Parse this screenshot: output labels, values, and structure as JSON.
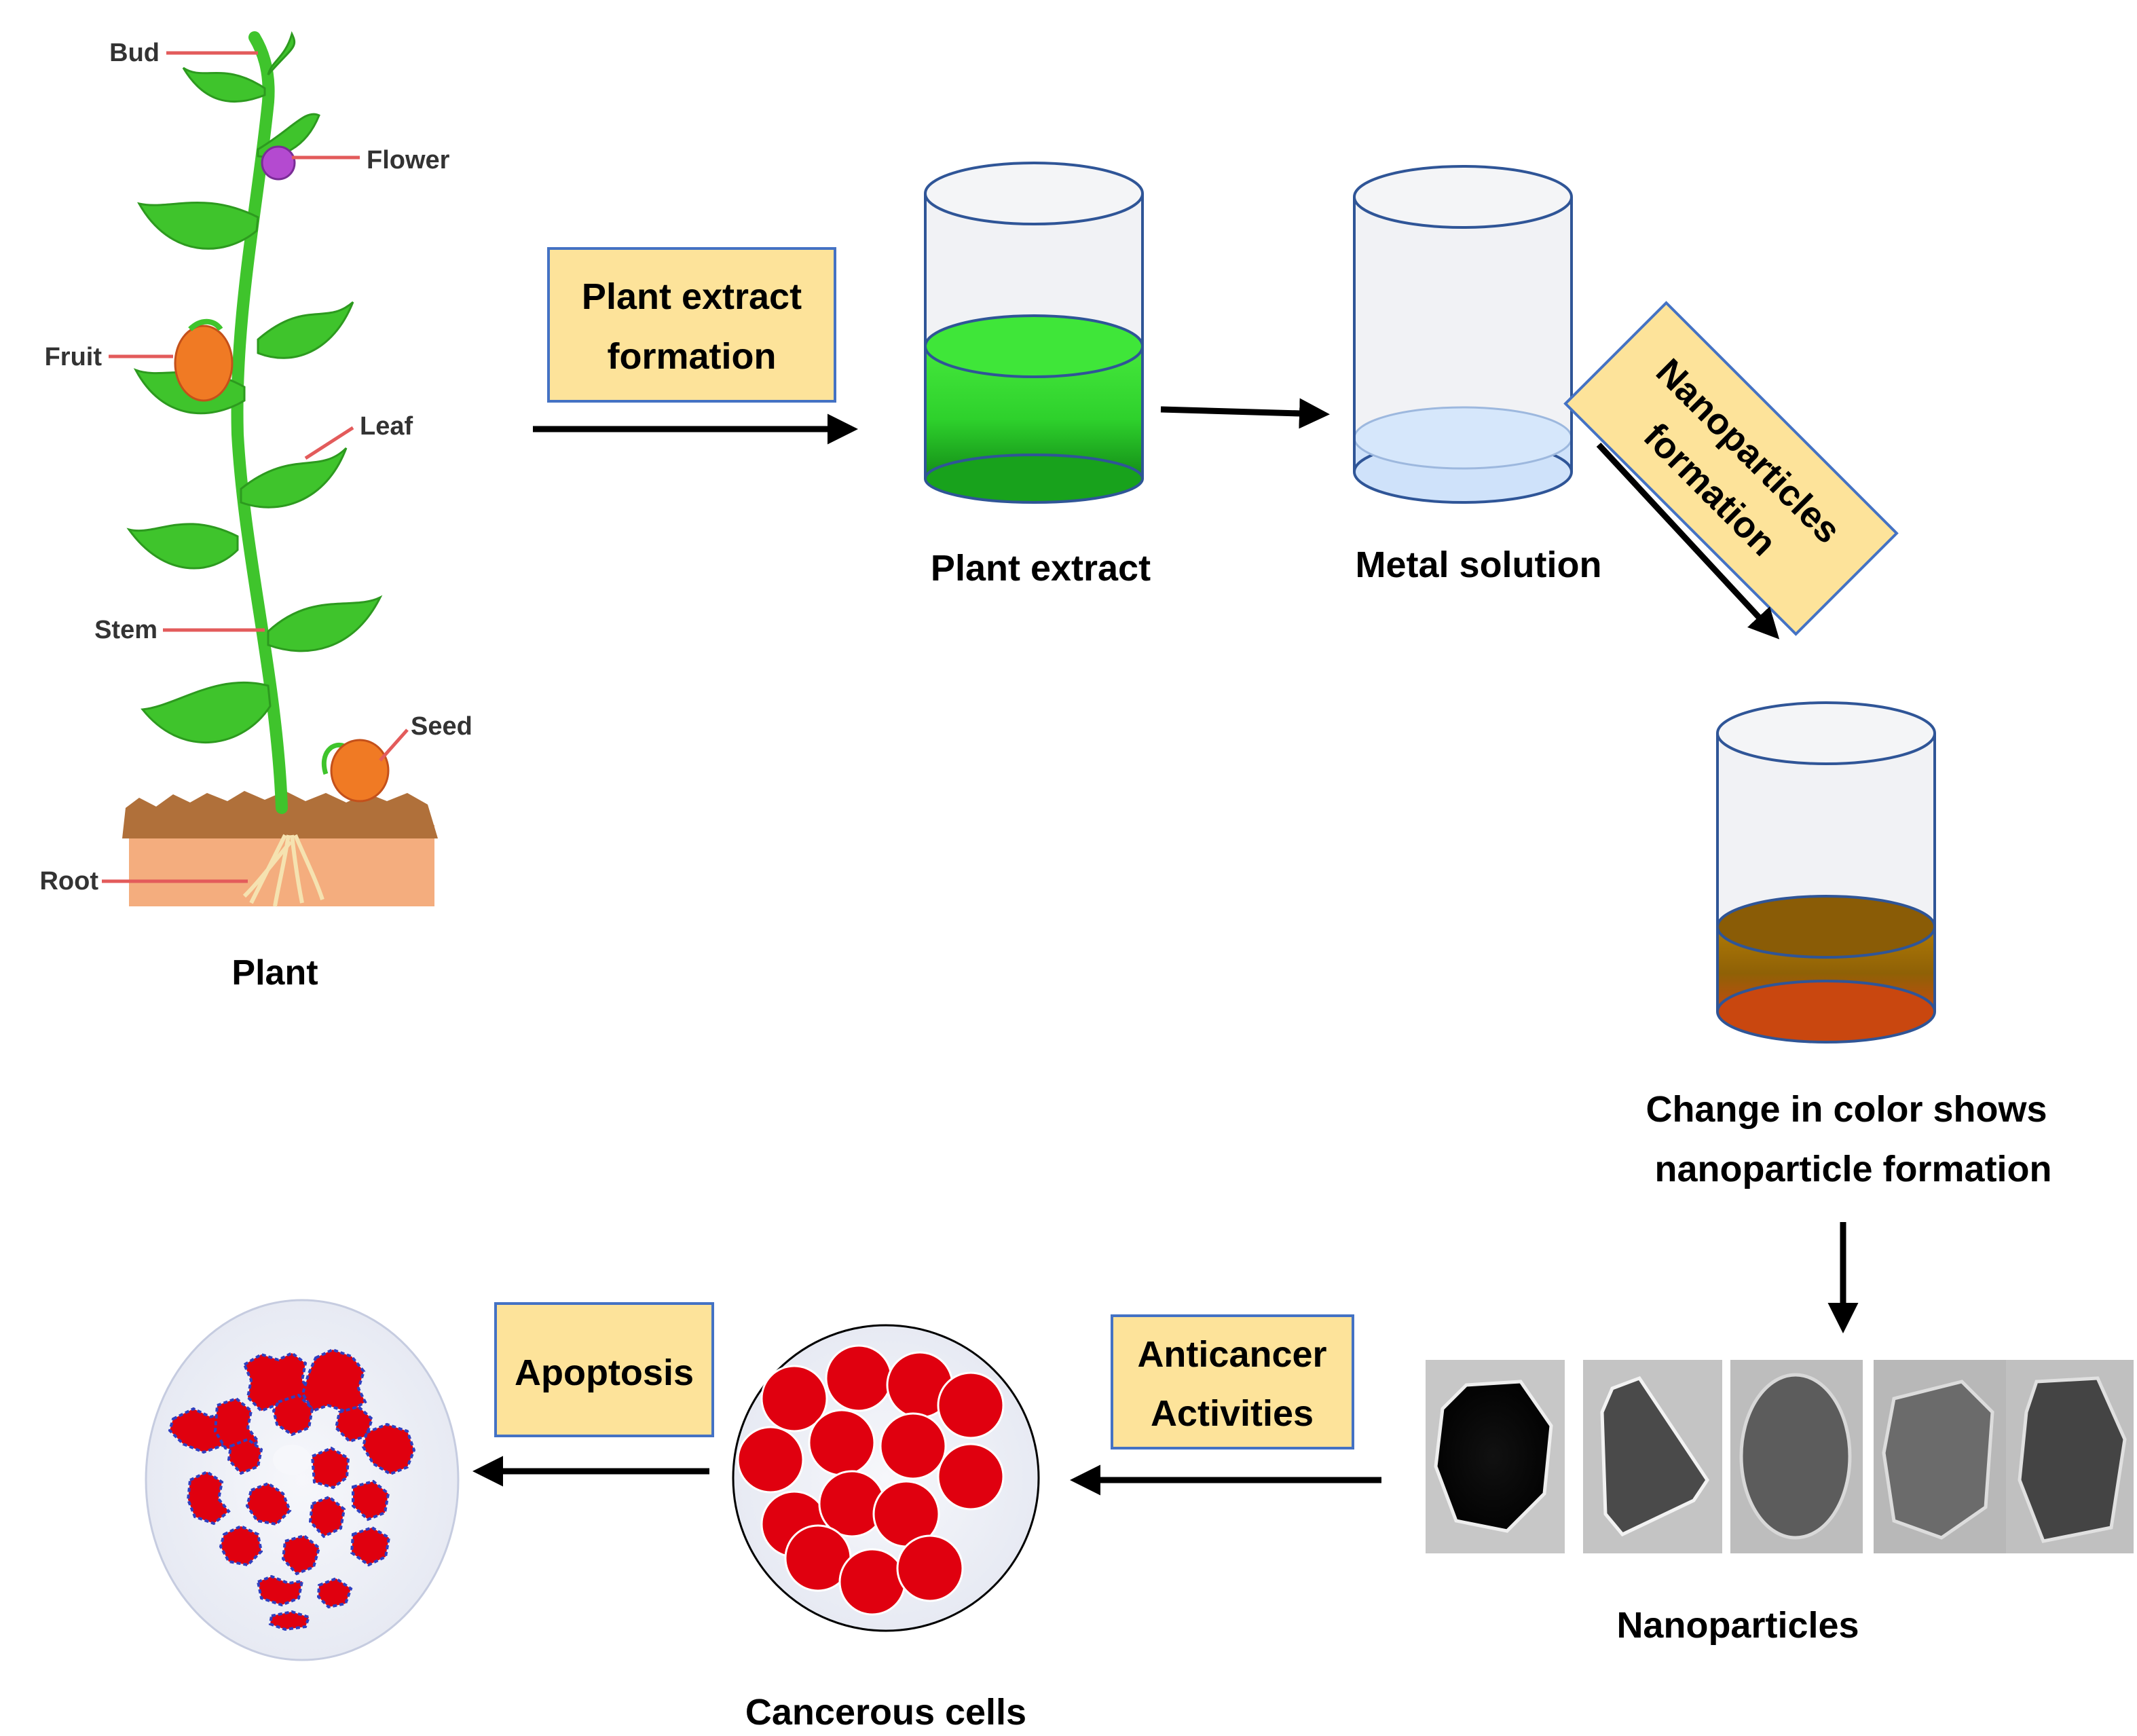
{
  "colors": {
    "label_box_fill": "#fde39a",
    "label_box_stroke": "#4472c4",
    "plant_green": "#3fc42c",
    "extract_green": "#2ecf2e",
    "nanoparticle_brown": "#9a6a06",
    "metal_blue": "#cfe2fa",
    "cell_red": "#e0000f",
    "cell_outline": "#2f3fbf",
    "dish_fill": "#eef0f7",
    "pointer_red": "#e35b5b"
  },
  "plant": {
    "label": "Plant",
    "parts": {
      "bud": "Bud",
      "flower": "Flower",
      "fruit": "Fruit",
      "leaf": "Leaf",
      "stem": "Stem",
      "seed": "Seed",
      "root": "Root"
    }
  },
  "steps": {
    "plant_extract_formation": {
      "line1": "Plant extract",
      "line2": "formation"
    },
    "nanoparticles_formation": {
      "line1": "Nanoparticles",
      "line2": "formation"
    },
    "anticancer_activities": {
      "line1": "Anticancer",
      "line2": "Activities"
    },
    "apoptosis": "Apoptosis"
  },
  "beakers": {
    "plant_extract": "Plant extract",
    "metal_solution": "Metal solution",
    "color_change": {
      "line1": "Change in color shows",
      "line2": "nanoparticle formation"
    }
  },
  "nanoparticles": {
    "label": "Nanoparticles"
  },
  "cells": {
    "cancerous": "Cancerous cells"
  }
}
